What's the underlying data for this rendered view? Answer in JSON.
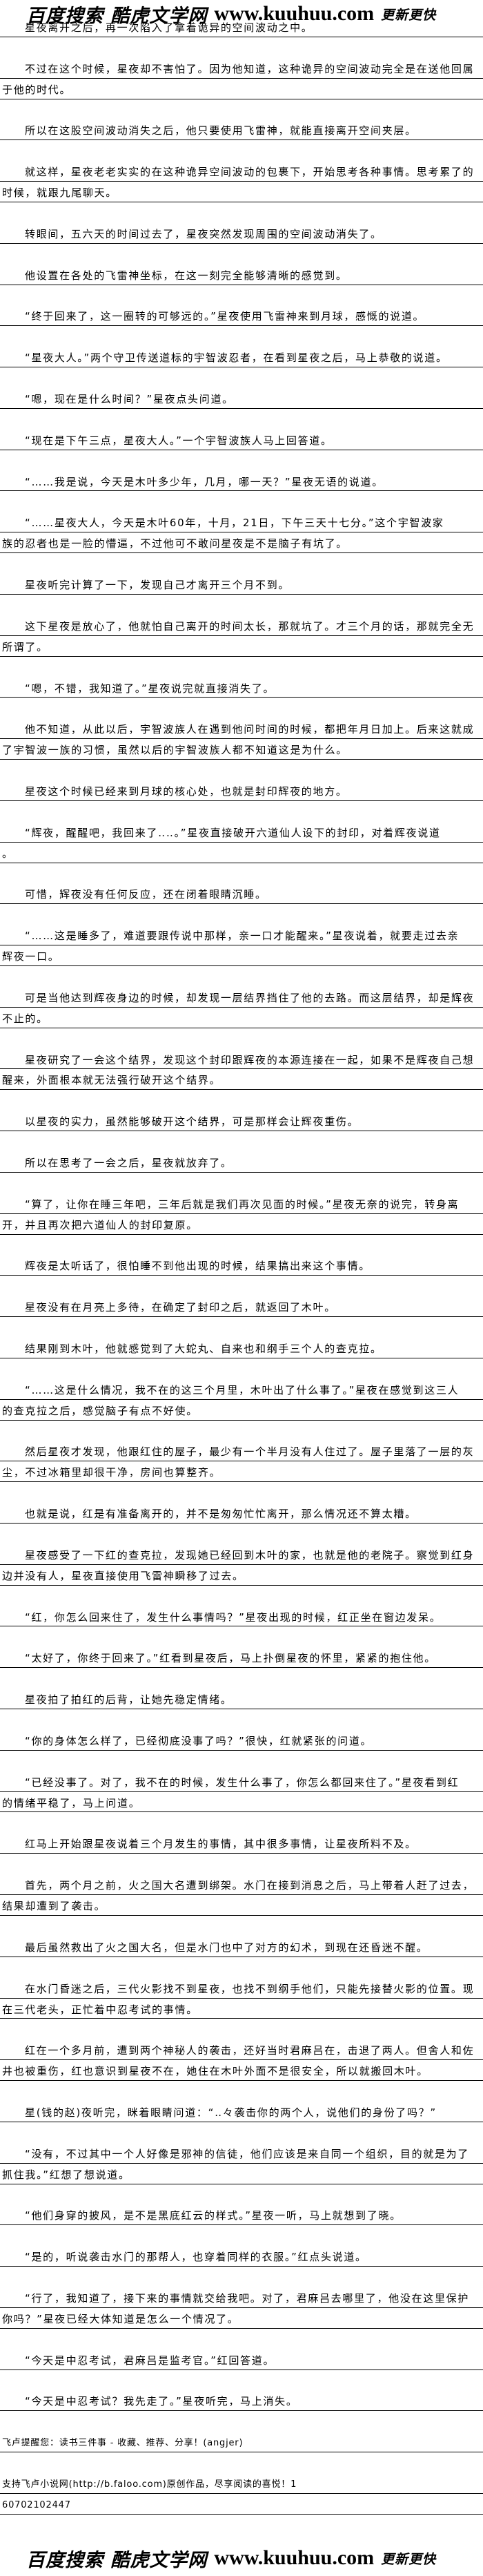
{
  "header_logo": {
    "site_name": "百度搜索 酷虎文学网",
    "url": "www.kuuhuu.com",
    "slogan": "更新更快"
  },
  "footer_logo": {
    "site_name": "百度搜索 酷虎文学网",
    "url": "www.kuuhuu.com",
    "slogan": "更新更快"
  },
  "paragraphs": [
    [
      "星夜离开之后，再一次陷入了拿着诡异的空间波动之中。"
    ],
    [
      "不过在这个时候，星夜却不害怕了。因为他知道，这种诡异的空间波动完全是在送他回属",
      "于他的时代。"
    ],
    [
      "所以在这股空间波动消失之后，他只要使用飞雷神，就能直接离开空间夹层。"
    ],
    [
      "就这样，星夜老老实实的在这种诡异空间波动的包裹下，开始思考各种事情。思考累了的",
      "时候，就跟九尾聊天。"
    ],
    [
      "转眼间，五六天的时间过去了，星夜突然发现周围的空间波动消失了。"
    ],
    [
      "他设置在各处的飞雷神坐标，在这一刻完全能够清晰的感觉到。"
    ],
    [
      "“终于回来了，这一圈转的可够远的。”星夜使用飞雷神来到月球，感慨的说道。"
    ],
    [
      "“星夜大人。”两个守卫传送道标的宇智波忍者，在看到星夜之后，马上恭敬的说道。"
    ],
    [
      "“嗯，现在是什么时间？”星夜点头问道。"
    ],
    [
      "“现在是下午三点，星夜大人。”一个宇智波族人马上回答道。"
    ],
    [
      "“……我是说，今天是木叶多少年，几月，哪一天？”星夜无语的说道。"
    ],
    [
      "“……星夜大人，今天是木叶60年，十月，21日，下午三天十七分。”这个宇智波家",
      "族的忍者也是一脸的懵逼，不过他可不敢问星夜是不是脑子有坑了。"
    ],
    [
      "星夜听完计算了一下，发现自己才离开三个月不到。"
    ],
    [
      "这下星夜是放心了，他就怕自己离开的时间太长，那就坑了。才三个月的话，那就完全无",
      "所谓了。"
    ],
    [
      "“嗯，不错，我知道了。”星夜说完就直接消失了。"
    ],
    [
      "他不知道，从此以后，宇智波族人在遇到他问时间的时候，都把年月日加上。后来这就成",
      "了宇智波一族的习惯，虽然以后的宇智波族人都不知道这是为什么。"
    ],
    [
      "星夜这个时候已经来到月球的核心处，也就是封印辉夜的地方。"
    ],
    [
      "“辉夜，醒醒吧，我回来了‥‥。”星夜直接破开六道仙人设下的封印，对着辉夜说道",
      "。"
    ],
    [
      "可惜，辉夜没有任何反应，还在闭着眼睛沉睡。"
    ],
    [
      "“……这是睡多了，难道要跟传说中那样，亲一口才能醒来。”星夜说着，就要走过去亲",
      "辉夜一口。"
    ],
    [
      "可是当他达到辉夜身边的时候，却发现一层结界挡住了他的去路。而这层结界，却是辉夜",
      "不止的。"
    ],
    [
      "星夜研究了一会这个结界，发现这个封印跟辉夜的本源连接在一起，如果不是辉夜自己想",
      "醒来，外面根本就无法强行破开这个结界。"
    ],
    [
      "以星夜的实力，虽然能够破开这个结界，可是那样会让辉夜重伤。"
    ],
    [
      "所以在思考了一会之后，星夜就放弃了。"
    ],
    [
      "“算了，让你在睡三年吧，三年后就是我们再次见面的时候。”星夜无奈的说完，转身离",
      "开，并且再次把六道仙人的封印复原。"
    ],
    [
      "辉夜是太听话了，很怕睡不到他出现的时候，结果搞出来这个事情。"
    ],
    [
      "星夜没有在月亮上多待，在确定了封印之后，就返回了木叶。"
    ],
    [
      "结果刚到木叶，他就感觉到了大蛇丸、自来也和纲手三个人的查克拉。"
    ],
    [
      "“……这是什么情况，我不在的这三个月里，木叶出了什么事了。”星夜在感觉到这三人",
      "的查克拉之后，感觉脑子有点不好使。"
    ],
    [
      "然后星夜才发现，他跟红住的屋子，最少有一个半月没有人住过了。屋子里落了一层的灰",
      "尘，不过冰箱里却很干净，房间也算整齐。"
    ],
    [
      "也就是说，红是有准备离开的，并不是匆匆忙忙离开，那么情况还不算太糟。"
    ],
    [
      "星夜感受了一下红的查克拉，发现她已经回到木叶的家，也就是他的老院子。察觉到红身",
      "边并没有人，星夜直接使用飞雷神瞬移了过去。"
    ],
    [
      "“红，你怎么回来住了，发生什么事情吗？”星夜出现的时候，红正坐在窗边发呆。"
    ],
    [
      "“太好了，你终于回来了。”红看到星夜后，马上扑倒星夜的怀里，紧紧的抱住他。"
    ],
    [
      "星夜拍了拍红的后背，让她先稳定情绪。"
    ],
    [
      "“你的身体怎么样了，已经彻底没事了吗？”很快，红就紧张的问道。"
    ],
    [
      "“已经没事了。对了，我不在的时候，发生什么事了，你怎么都回来住了。”星夜看到红",
      "的情绪平稳了，马上问道。"
    ],
    [
      "红马上开始跟星夜说着三个月发生的事情，其中很多事情，让星夜所料不及。"
    ],
    [
      "首先，两个月之前，火之国大名遭到绑架。水门在接到消息之后，马上带着人赶了过去，",
      "结果却遭到了袭击。"
    ],
    [
      "最后虽然救出了火之国大名，但是水门也中了对方的幻术，到现在还昏迷不醒。"
    ],
    [
      "在水门昏迷之后，三代火影找不到星夜，也找不到纲手他们，只能先接替火影的位置。现",
      "在三代老头，正忙着中忍考试的事情。"
    ],
    [
      "红在一个多月前，遭到两个神秘人的袭击，还好当时君麻吕在，击退了两人。但舍人和佐",
      "井也被重伤，红也意识到星夜不在，她住在木叶外面不是很安全，所以就搬回木叶。"
    ],
    [
      "星(钱的赵)夜听完，眯着眼睛问道：“‥々袭击你的两个人，说他们的身份了吗？”"
    ],
    [
      "“没有，不过其中一个人好像是邪神的信徒，他们应该是来自同一个组织，目的就是为了",
      "抓住我。”红想了想说道。"
    ],
    [
      "“他们身穿的披风，是不是黑底红云的样式。”星夜一听，马上就想到了晓。"
    ],
    [
      "“是的，听说袭击水门的那帮人，也穿着同样的衣服。”红点头说道。"
    ],
    [
      "“行了，我知道了，接下来的事情就交给我吧。对了，君麻吕去哪里了，他没在这里保护",
      "你吗？”星夜已经大体知道是怎么一个情况了。"
    ],
    [
      "“今天是中忍考试，君麻吕是监考官。”红回答道。"
    ],
    [
      "“今天是中忍考试？我先走了。”星夜听完，马上消失。"
    ]
  ],
  "footer": {
    "reminder": "飞卢提醒您：读书三件事 - 收藏、推荐、分享！(angjer)",
    "support_line1": "支持飞卢小说网(http://b.faloo.com)原创作品，尽享阅读的喜悦！1",
    "support_line2": "60702102447"
  }
}
